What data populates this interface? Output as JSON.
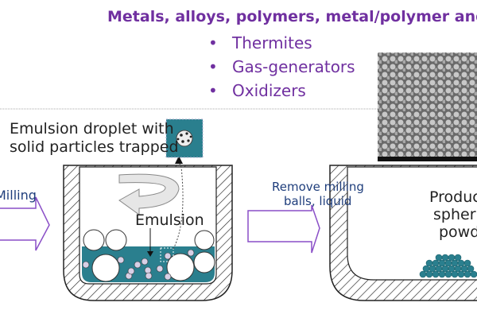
{
  "title": "Metals, alloys, polymers, metal/polymer and",
  "bullets": [
    "Thermites",
    "Gas-generators",
    "Oxidizers"
  ],
  "labels": {
    "milling": "Milling",
    "droplet_line1": "Emulsion droplet with",
    "droplet_line2": "solid particles trapped",
    "emulsion": "Emulsion",
    "remove_line1": "Remove milling",
    "remove_line2": "balls, liquid",
    "product_line1": "Produc",
    "product_line2": "spheri",
    "product_line3": "powd"
  },
  "colors": {
    "accent": "#7030a0",
    "liquid": "#2a7f8e",
    "label": "#1f3e7c"
  }
}
